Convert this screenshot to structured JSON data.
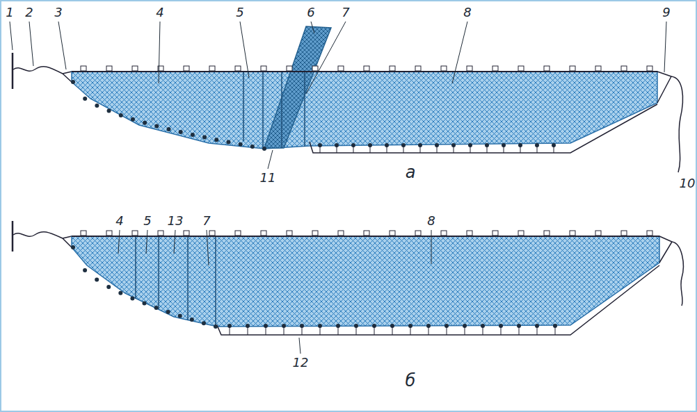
{
  "diagram": {
    "labels": [
      "1",
      "2",
      "3",
      "4",
      "5",
      "6",
      "7",
      "8",
      "9",
      "10",
      "11",
      "а",
      "4",
      "5",
      "13",
      "7",
      "8",
      "12",
      "б"
    ]
  }
}
